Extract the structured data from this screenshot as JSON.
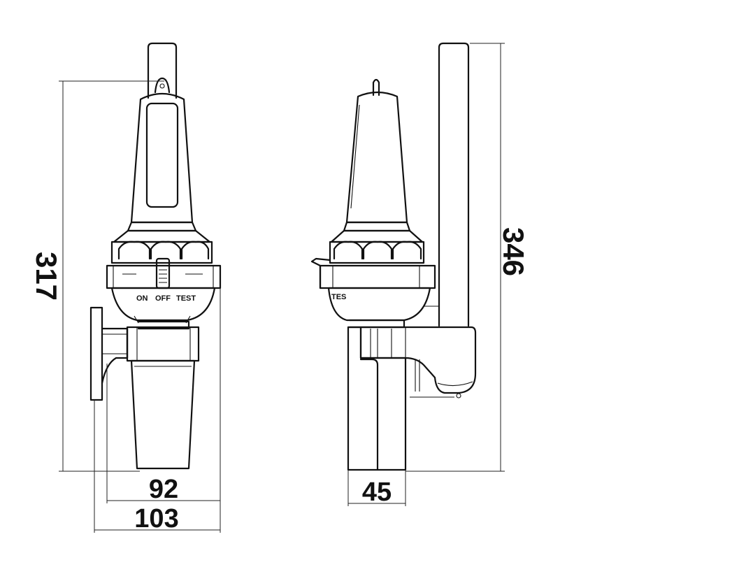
{
  "dimensions": {
    "front_height": "317",
    "front_width_body": "92",
    "front_width_total": "103",
    "side_width": "45",
    "side_height": "346"
  },
  "dial_labels": {
    "on": "ON",
    "off": "OFF",
    "test": "TEST",
    "side": "TES"
  }
}
